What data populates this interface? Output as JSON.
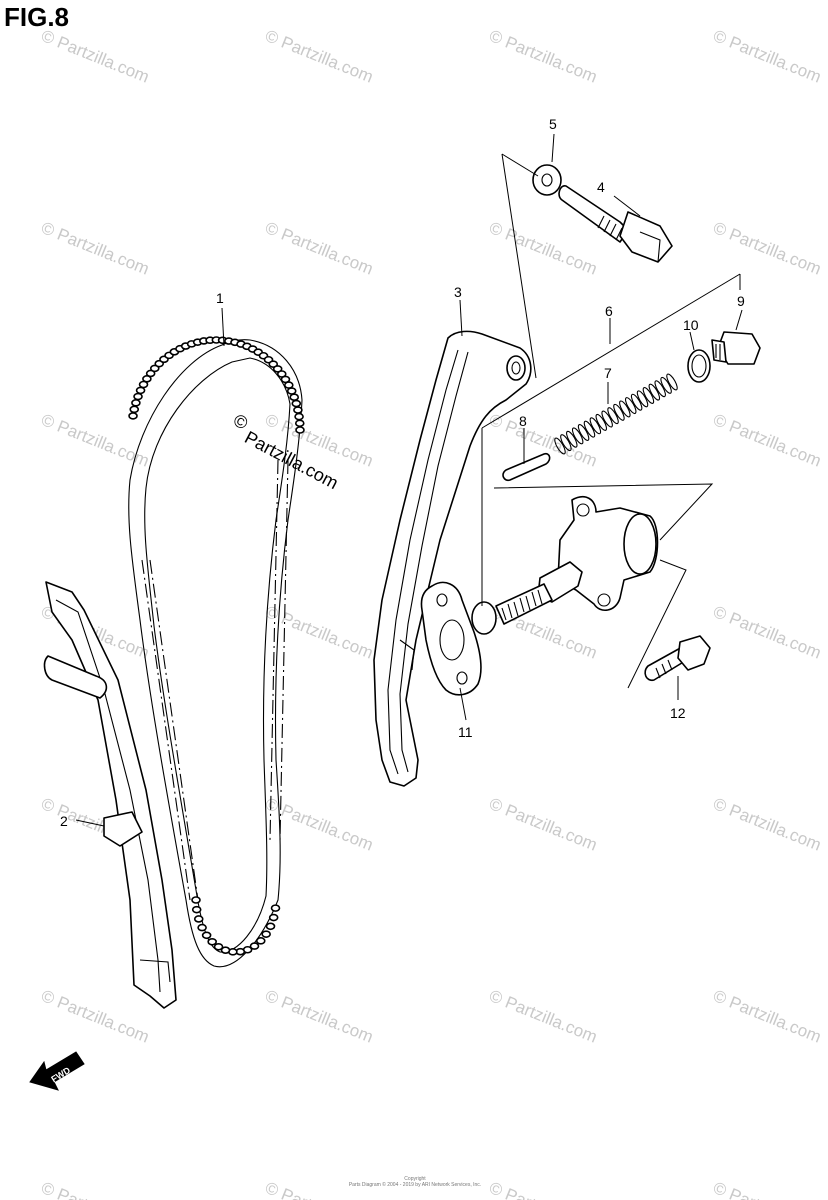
{
  "figure_title": "FIG.8",
  "callouts": {
    "p1": "1",
    "p2": "2",
    "p3": "3",
    "p4": "4",
    "p5": "5",
    "p6": "6",
    "p7": "7",
    "p8": "8",
    "p9": "9",
    "p10": "10",
    "p11": "11",
    "p12": "12"
  },
  "watermark": {
    "symbol": "©",
    "text": "Partzilla.com",
    "center_text": "Partzilla.com"
  },
  "fwd_label": "FWD",
  "copyright": [
    "Copyright",
    "Parts Diagram © 2004 - 2019 by ARI Network Services, Inc."
  ]
}
